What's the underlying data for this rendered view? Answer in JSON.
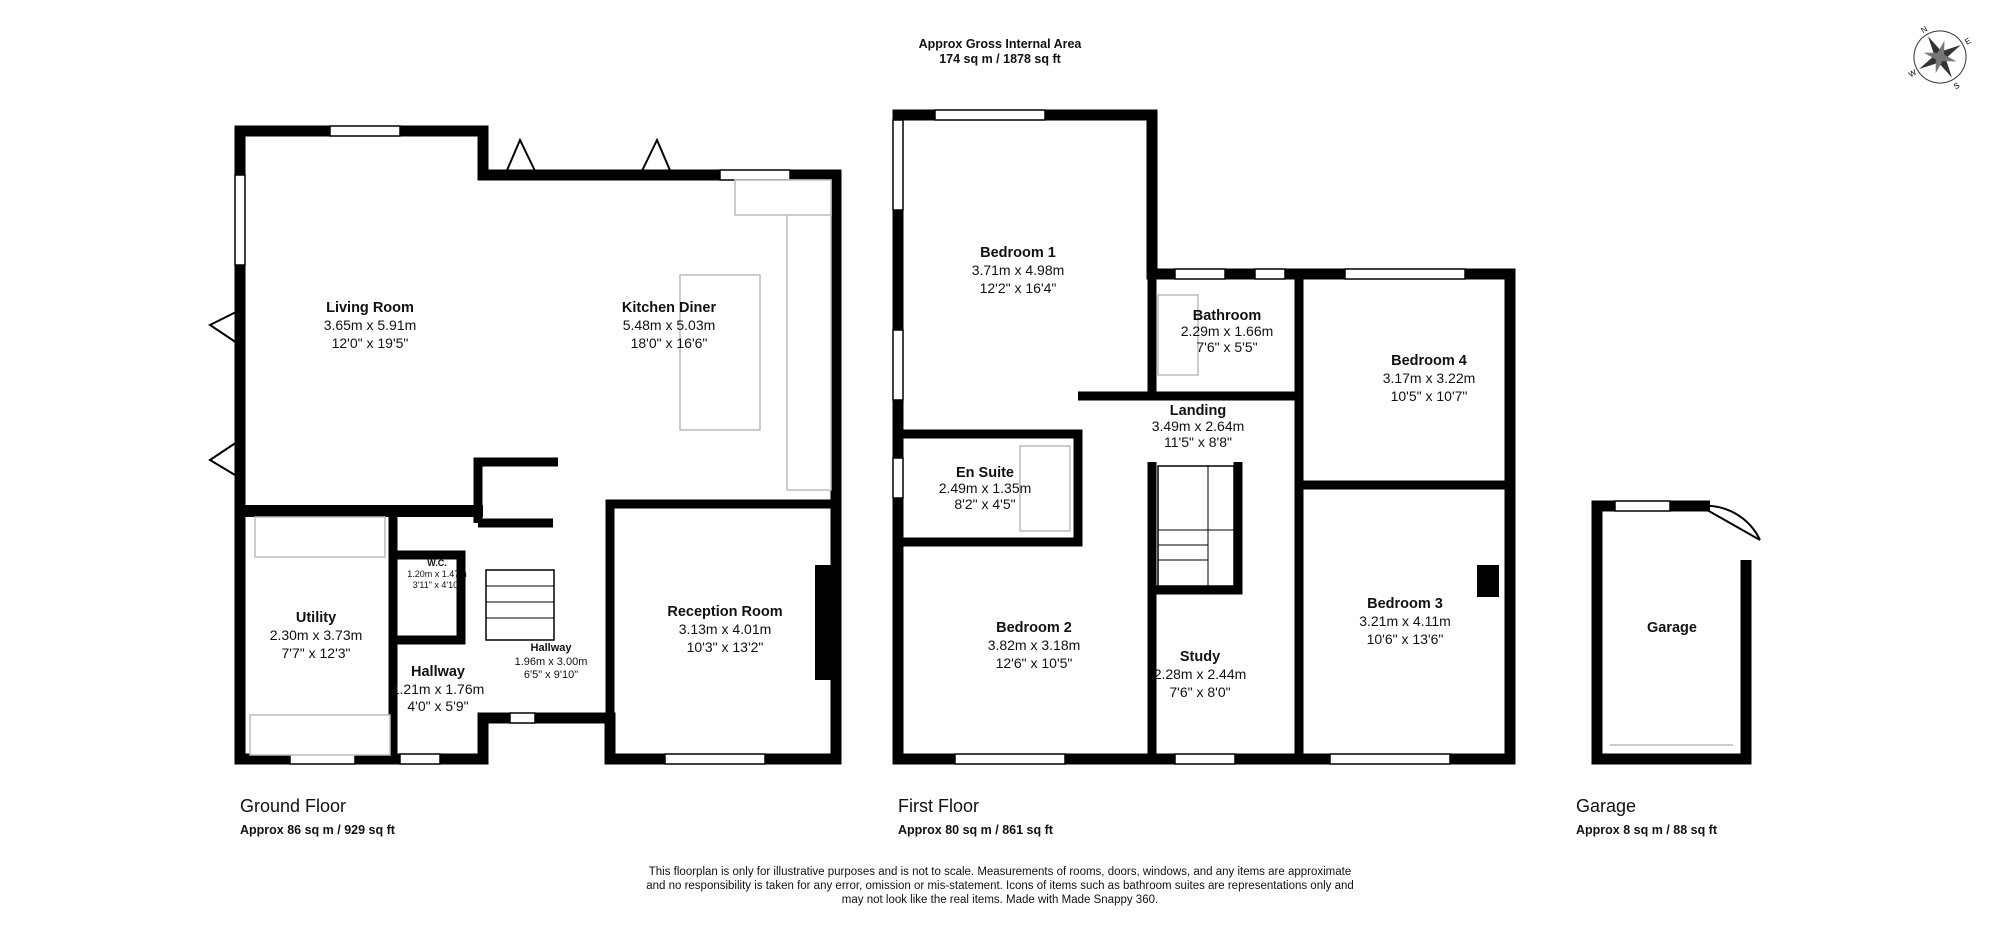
{
  "header": {
    "title": "Approx Gross Internal Area",
    "area": "174 sq m / 1878 sq ft"
  },
  "compass": {
    "icon": "compass-rose-icon",
    "letters": [
      "N",
      "E",
      "S",
      "W"
    ]
  },
  "floors": {
    "ground": {
      "label": "Ground Floor",
      "area": "Approx 86 sq m / 929 sq ft",
      "rooms": [
        {
          "name": "Living Room",
          "metric": "3.65m x 5.91m",
          "imperial": "12'0\" x 19'5\""
        },
        {
          "name": "Kitchen Diner",
          "metric": "5.48m x 5.03m",
          "imperial": "18'0\" x 16'6\""
        },
        {
          "name": "Utility",
          "metric": "2.30m x 3.73m",
          "imperial": "7'7\" x 12'3\""
        },
        {
          "name": "W.C.",
          "metric": "1.20m x 1.47m",
          "imperial": "3'11\" x 4'10\""
        },
        {
          "name": "Hallway",
          "metric": "1.96m x 3.00m",
          "imperial": "6'5\" x 9'10\""
        },
        {
          "name": "Hallway",
          "metric": "1.21m x 1.76m",
          "imperial": "4'0\" x 5'9\""
        },
        {
          "name": "Reception Room",
          "metric": "3.13m x 4.01m",
          "imperial": "10'3\" x 13'2\""
        }
      ]
    },
    "first": {
      "label": "First Floor",
      "area": "Approx 80 sq m / 861 sq ft",
      "rooms": [
        {
          "name": "Bedroom 1",
          "metric": "3.71m x 4.98m",
          "imperial": "12'2\" x 16'4\""
        },
        {
          "name": "Bathroom",
          "metric": "2.29m x 1.66m",
          "imperial": "7'6\" x 5'5\""
        },
        {
          "name": "Bedroom 4",
          "metric": "3.17m x 3.22m",
          "imperial": "10'5\" x 10'7\""
        },
        {
          "name": "Landing",
          "metric": "3.49m x 2.64m",
          "imperial": "11'5\" x 8'8\""
        },
        {
          "name": "En Suite",
          "metric": "2.49m x 1.35m",
          "imperial": "8'2\" x 4'5\""
        },
        {
          "name": "Bedroom 2",
          "metric": "3.82m x 3.18m",
          "imperial": "12'6\" x 10'5\""
        },
        {
          "name": "Study",
          "metric": "2.28m x 2.44m",
          "imperial": "7'6\" x 8'0\""
        },
        {
          "name": "Bedroom 3",
          "metric": "3.21m x 4.11m",
          "imperial": "10'6\" x 13'6\""
        }
      ]
    },
    "garage": {
      "label": "Garage",
      "area": "Approx 8 sq m / 88 sq ft",
      "rooms": [
        {
          "name": "Garage"
        }
      ]
    }
  },
  "disclaimer": [
    "This floorplan is only for illustrative purposes and is not to scale. Measurements of rooms, doors, windows, and any items are approximate",
    "and no responsibility is taken for any error, omission or mis-statement. Icons of items such as bathroom suites are representations only and",
    "may not look like the real items. Made with Made Snappy 360."
  ]
}
